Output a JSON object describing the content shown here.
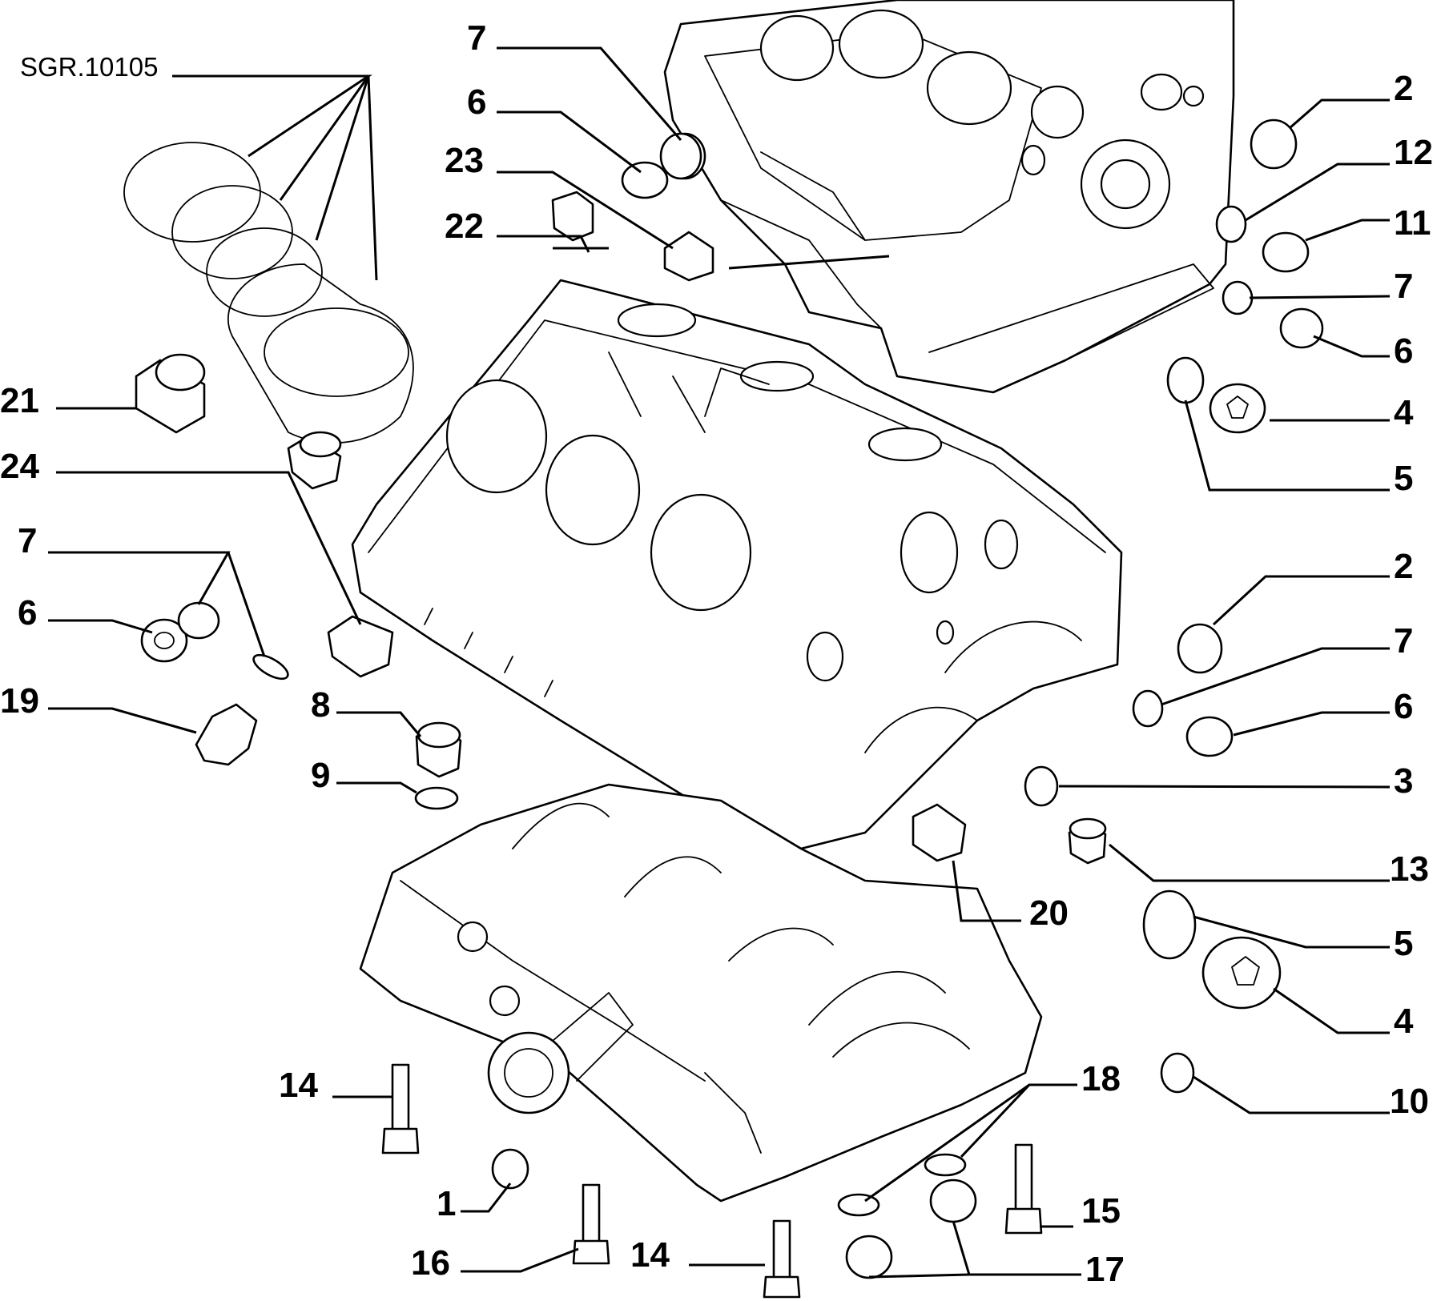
{
  "drawing_code": "SGR.10105",
  "callouts": [
    {
      "id": "c7-top",
      "text": "7"
    },
    {
      "id": "c6-top",
      "text": "6"
    },
    {
      "id": "c23",
      "text": "23"
    },
    {
      "id": "c22",
      "text": "22"
    },
    {
      "id": "c2-upper",
      "text": "2"
    },
    {
      "id": "c12",
      "text": "12"
    },
    {
      "id": "c11",
      "text": "11"
    },
    {
      "id": "c7-right-upper",
      "text": "7"
    },
    {
      "id": "c6-right-upper",
      "text": "6"
    },
    {
      "id": "c4-upper",
      "text": "4"
    },
    {
      "id": "c5-upper",
      "text": "5"
    },
    {
      "id": "c21",
      "text": "21"
    },
    {
      "id": "c24",
      "text": "24"
    },
    {
      "id": "c7-left",
      "text": "7"
    },
    {
      "id": "c6-left",
      "text": "6"
    },
    {
      "id": "c19",
      "text": "19"
    },
    {
      "id": "c8",
      "text": "8"
    },
    {
      "id": "c9",
      "text": "9"
    },
    {
      "id": "c2-lower",
      "text": "2"
    },
    {
      "id": "c7-right-lower",
      "text": "7"
    },
    {
      "id": "c6-right-lower",
      "text": "6"
    },
    {
      "id": "c3",
      "text": "3"
    },
    {
      "id": "c13",
      "text": "13"
    },
    {
      "id": "c20",
      "text": "20"
    },
    {
      "id": "c5-lower",
      "text": "5"
    },
    {
      "id": "c4-lower",
      "text": "4"
    },
    {
      "id": "c10",
      "text": "10"
    },
    {
      "id": "c18",
      "text": "18"
    },
    {
      "id": "c14-left",
      "text": "14"
    },
    {
      "id": "c1",
      "text": "1"
    },
    {
      "id": "c16",
      "text": "16"
    },
    {
      "id": "c14-bottom",
      "text": "14"
    },
    {
      "id": "c15",
      "text": "15"
    },
    {
      "id": "c17",
      "text": "17"
    }
  ]
}
